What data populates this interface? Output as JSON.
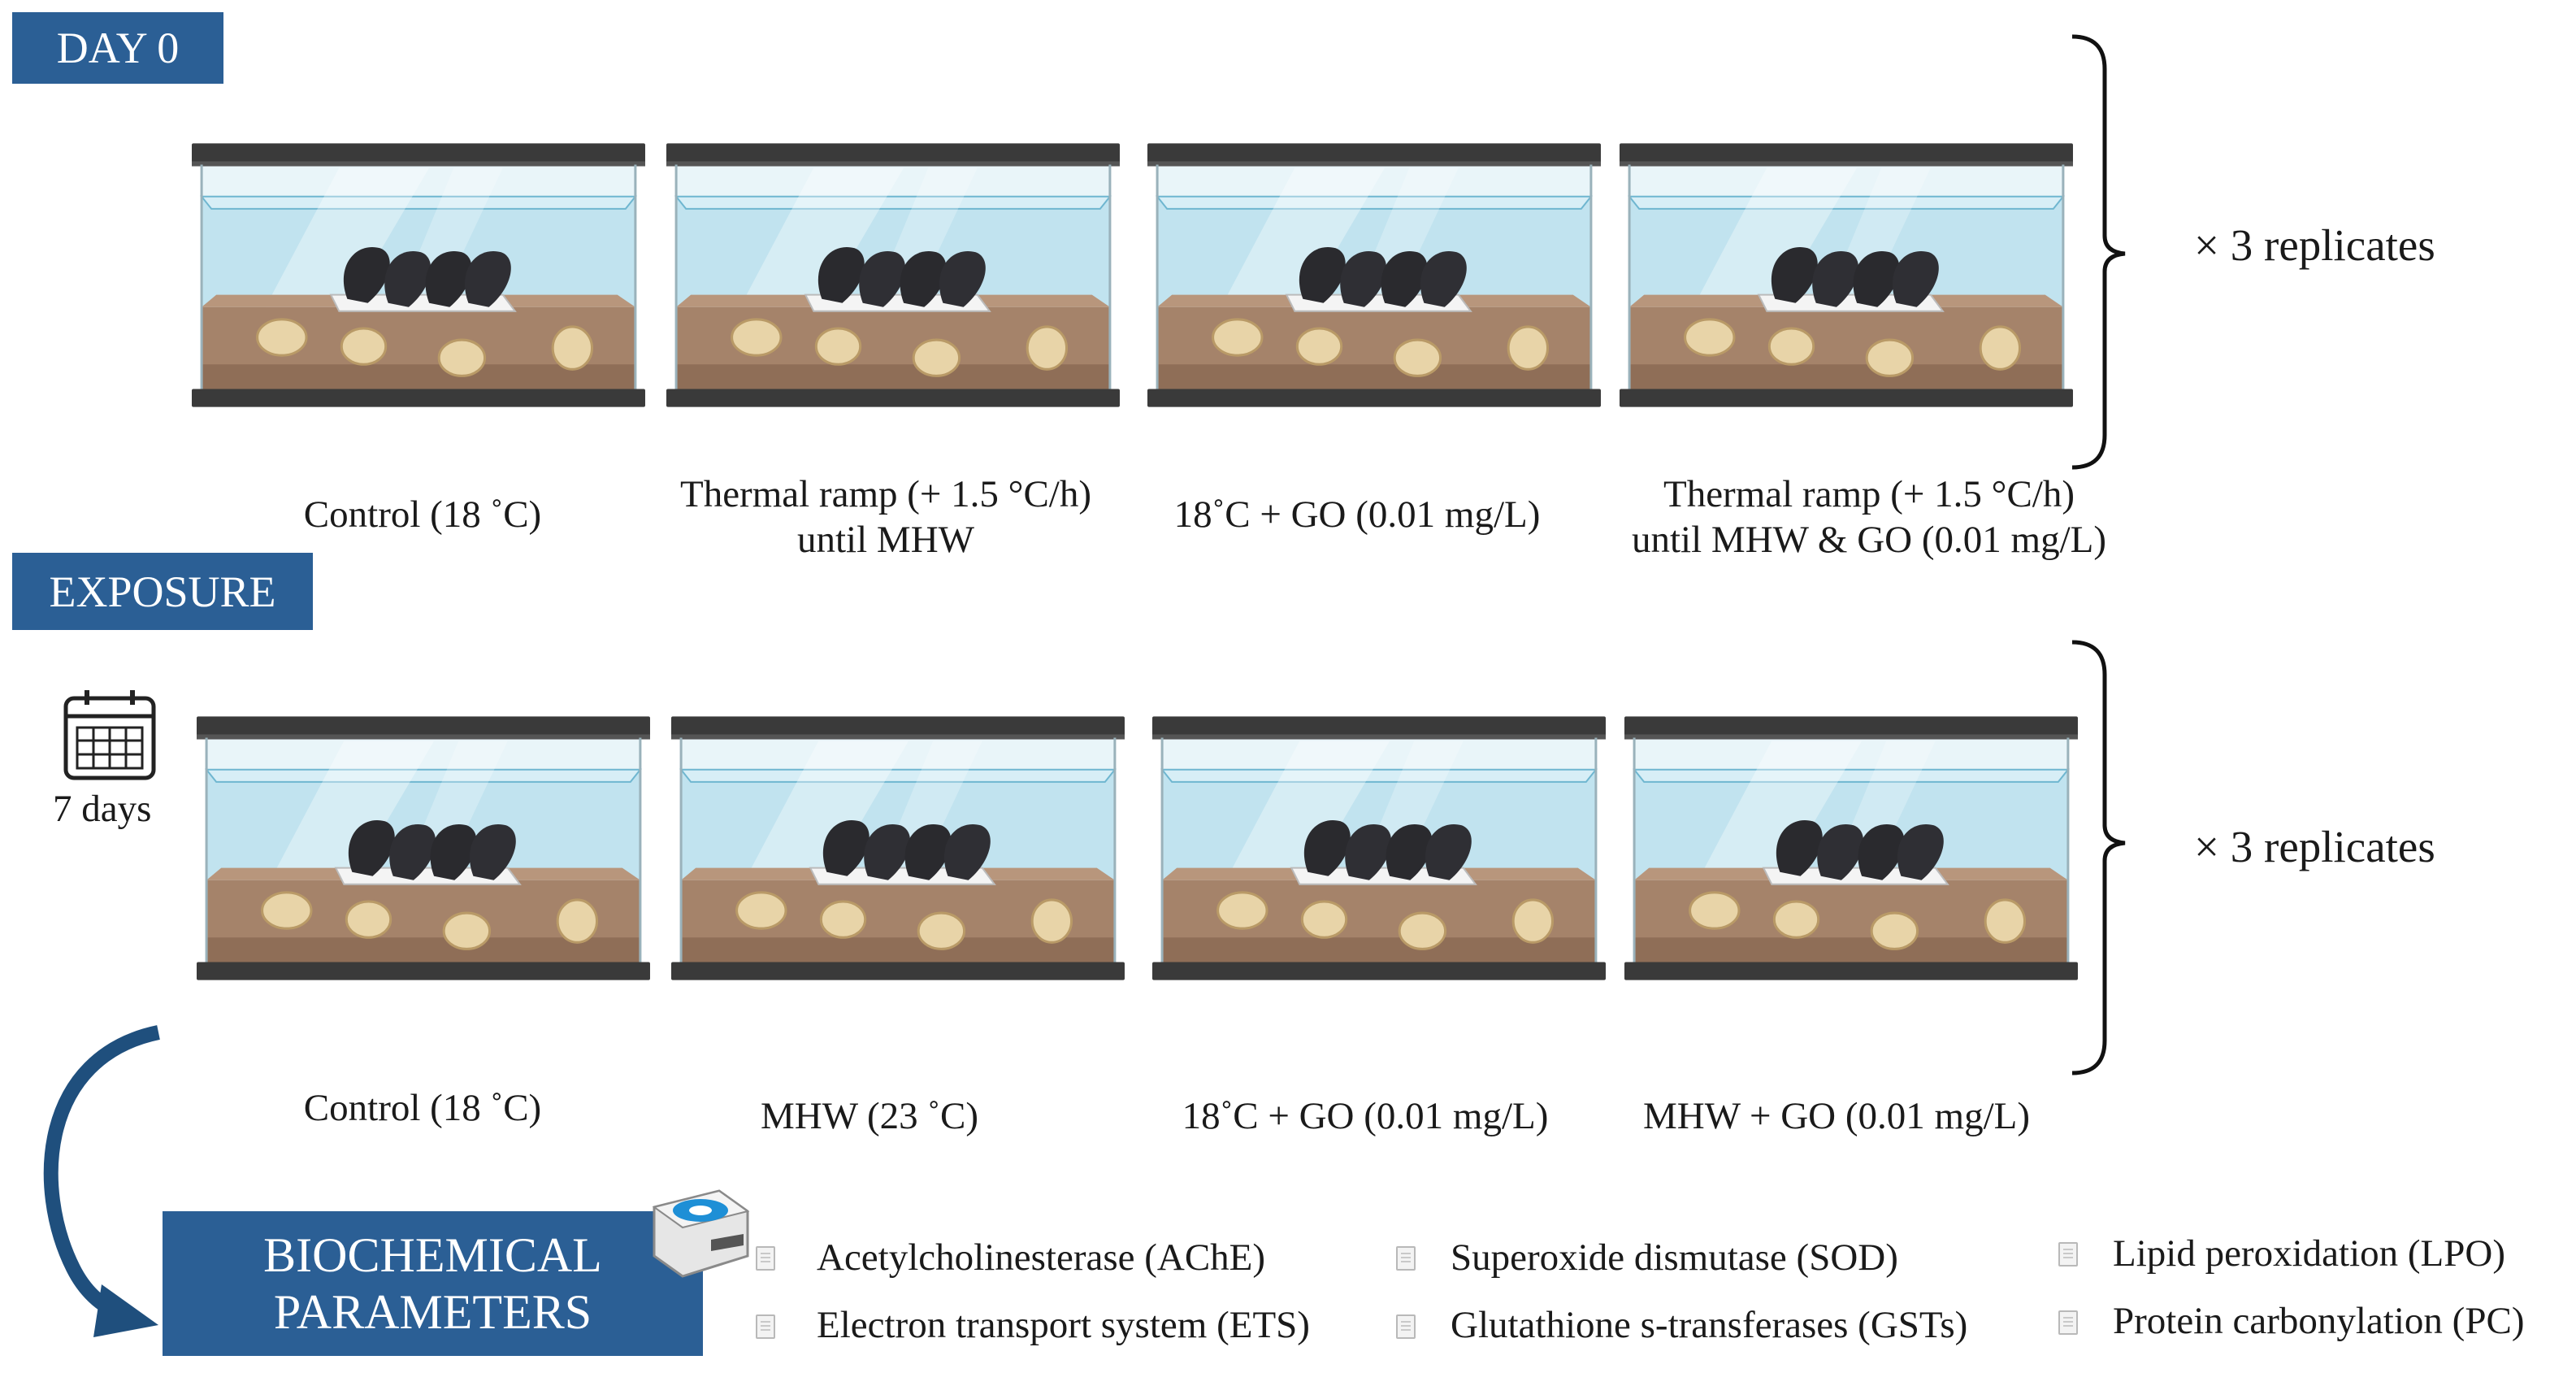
{
  "sections": {
    "day0": "DAY 0",
    "exposure": "EXPOSURE",
    "biochem_line1": "BIOCHEMICAL",
    "biochem_line2": "PARAMETERS"
  },
  "day0_tanks": [
    {
      "line1": "Control (18 ˚C)",
      "line2": ""
    },
    {
      "line1": "Thermal ramp (+ 1.5 °C/h)",
      "line2": "until MHW"
    },
    {
      "line1": "18˚C + GO (0.01 mg/L)",
      "line2": ""
    },
    {
      "line1": "Thermal ramp (+ 1.5 °C/h)",
      "line2": "until MHW & GO (0.01 mg/L)"
    }
  ],
  "exposure_tanks": [
    {
      "line1": "Control (18 ˚C)"
    },
    {
      "line1": "MHW (23 ˚C)"
    },
    {
      "line1": "18˚C + GO (0.01 mg/L)"
    },
    {
      "line1": "MHW + GO (0.01 mg/L)"
    }
  ],
  "replicates": "× 3 replicates",
  "duration": "7 days",
  "parameters": [
    "Acetylcholinesterase (AChE)",
    "Electron transport system (ETS)",
    "Superoxide dismutase (SOD)",
    "Glutathione s-transferases (GSTs)",
    "Lipid peroxidation (LPO)",
    "Protein carbonylation (PC)"
  ],
  "icons": [
    "calendar-icon",
    "plate-reader-icon",
    "curved-arrow-icon",
    "brace-icon",
    "aquarium-icon"
  ],
  "colors": {
    "banner": "#2b5f95",
    "water": "#bfe1ee",
    "sediment": "#a5836a",
    "frame": "#3a3a3a"
  }
}
